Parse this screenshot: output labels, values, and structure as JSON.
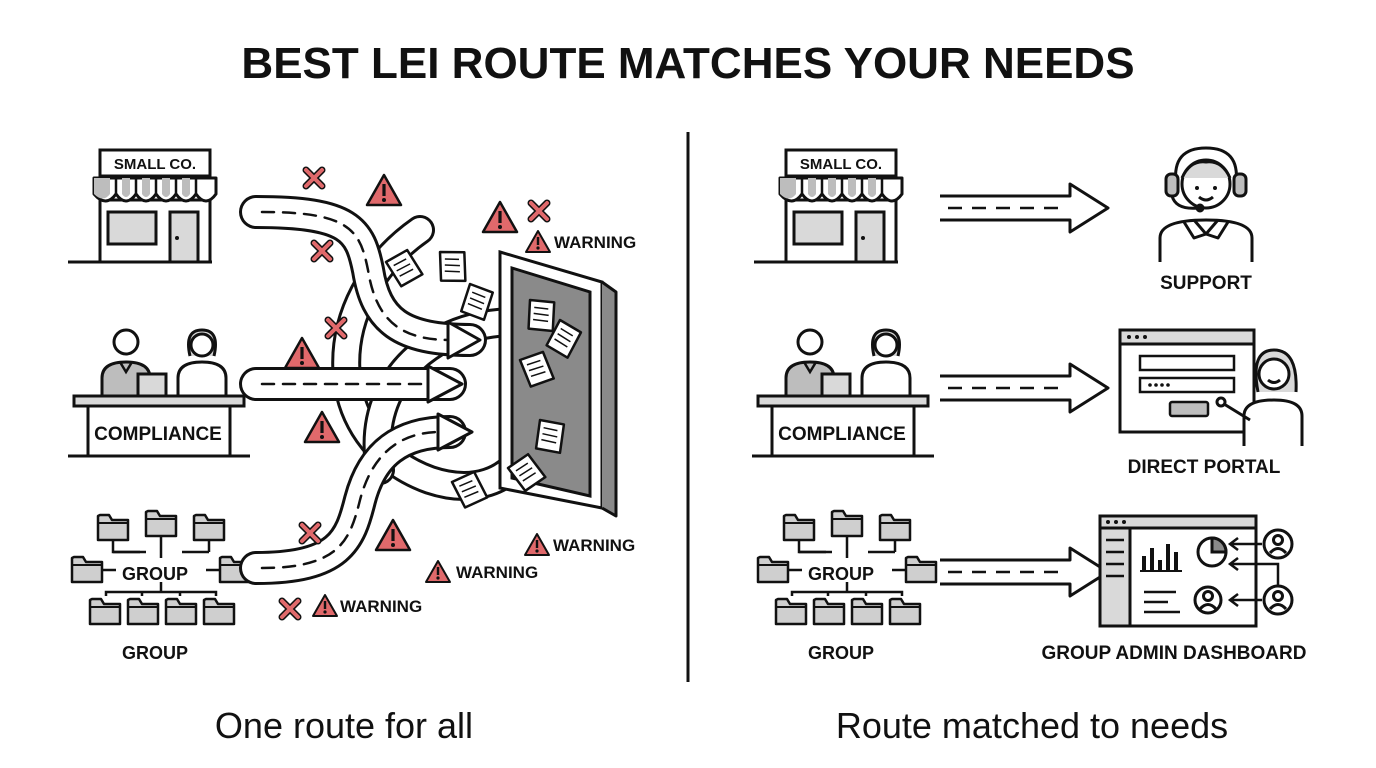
{
  "title": "BEST LEI ROUTE MATCHES YOUR NEEDS",
  "left_panel": {
    "caption": "One route for all",
    "sign_label": "SMALL CO.",
    "compliance_label": "COMPLIANCE",
    "group_center_label": "GROUP",
    "group_bottom_label": "GROUP",
    "warnings": [
      "WARNING",
      "WARNING",
      "WARNING",
      "WARNING"
    ]
  },
  "right_panel": {
    "caption": "Route matched to needs",
    "sign_label": "SMALL CO.",
    "compliance_label": "COMPLIANCE",
    "group_center_label": "GROUP",
    "group_bottom_label": "GROUP",
    "destinations": [
      "SUPPORT",
      "DIRECT PORTAL",
      "GROUP ADMIN DASHBOARD"
    ]
  },
  "colors": {
    "ink": "#111111",
    "gray_fill": "#d9d9d9",
    "dark_gray": "#8a8a8a",
    "warning_red": "#e0696b"
  }
}
